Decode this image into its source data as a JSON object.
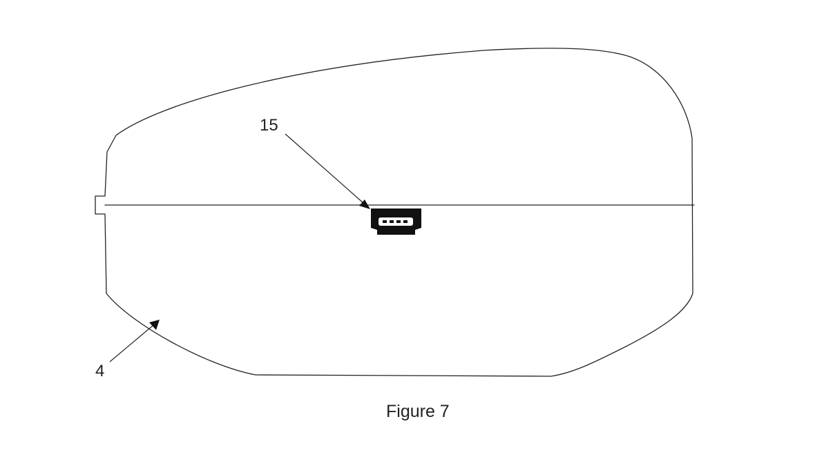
{
  "figure": {
    "caption": "Figure 7",
    "labels": {
      "connector_port": "15",
      "housing": "4"
    }
  },
  "colors": {
    "line": "#222222",
    "connector_fill": "#111111",
    "background": "#ffffff"
  }
}
